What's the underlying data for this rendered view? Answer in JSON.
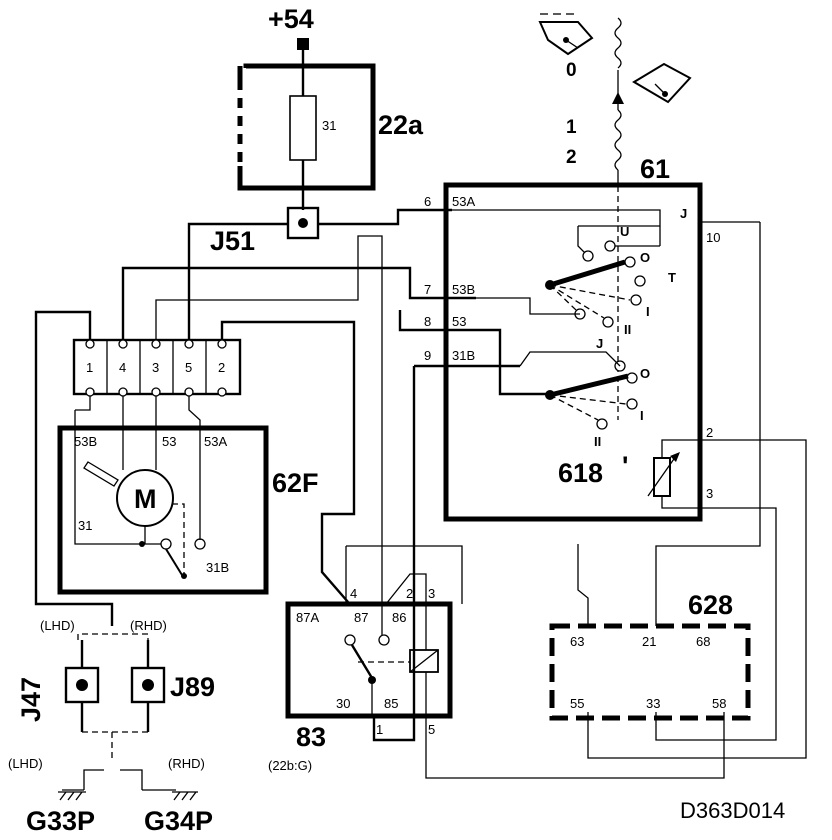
{
  "diagram": {
    "id": "D363D014",
    "supply": "+54",
    "components": {
      "fuse": {
        "ref": "22a",
        "pin": "31"
      },
      "junction_top": "J51",
      "switch": {
        "ref": "61",
        "pins": [
          "6",
          "53A",
          "7",
          "53B",
          "8",
          "53",
          "9",
          "31B",
          "10",
          "2",
          "3"
        ],
        "letters": [
          "J",
          "U",
          "O",
          "T",
          "I",
          "II"
        ]
      },
      "rheostat": "618",
      "motor": {
        "ref": "62F",
        "terminals": [
          "53B",
          "53",
          "53A",
          "31",
          "31B"
        ],
        "label": "M",
        "connector_pins": [
          "1",
          "4",
          "3",
          "5",
          "2"
        ]
      },
      "relay": {
        "ref": "83",
        "note": "(22b:G)",
        "top_pins": [
          "4",
          "2",
          "3"
        ],
        "labels": [
          "87A",
          "87",
          "86",
          "30",
          "85"
        ],
        "bottom_pins": [
          "1",
          "5"
        ]
      },
      "module": {
        "ref": "628",
        "pins_top": [
          "63",
          "21",
          "68"
        ],
        "pins_bottom": [
          "55",
          "33",
          "58"
        ]
      },
      "ground_junctions": [
        "J47",
        "J89"
      ],
      "grounds": [
        "G33P",
        "G34P"
      ],
      "variants": [
        "(LHD)",
        "(RHD)",
        "(LHD)",
        "(RHD)"
      ],
      "washer_labels": [
        "0",
        "1",
        "2"
      ]
    }
  }
}
